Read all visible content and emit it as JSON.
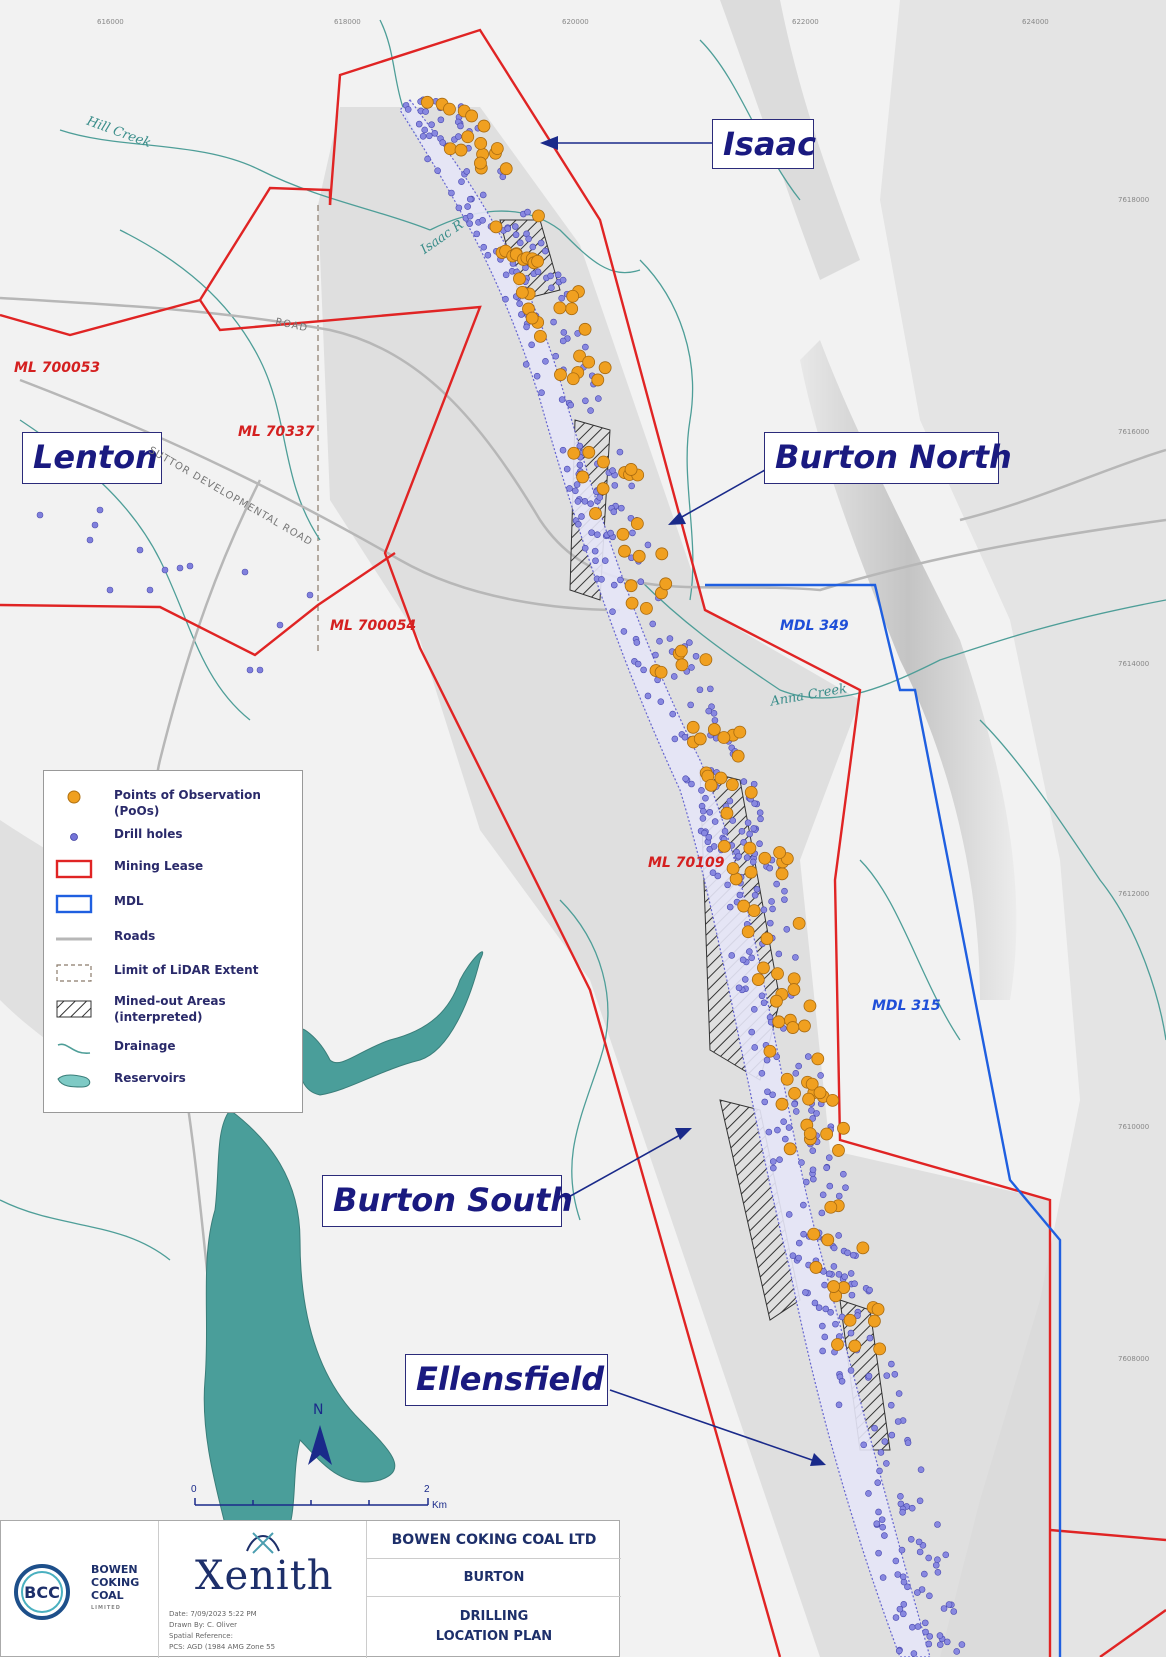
{
  "grid_labels": {
    "top": [
      "616000",
      "618000",
      "620000",
      "622000",
      "624000"
    ],
    "right": [
      "7618000",
      "7616000",
      "7614000",
      "7612000",
      "7610000",
      "7608000"
    ]
  },
  "callouts": {
    "isaac": "Isaac",
    "lenton": "Lenton",
    "burton_north": "Burton North",
    "burton_south": "Burton South",
    "ellensfield": "Ellensfield"
  },
  "lease_labels": {
    "ml700053": "ML 700053",
    "ml70337": "ML 70337",
    "ml700054": "ML 700054",
    "ml70109": "ML 70109"
  },
  "mdl_labels": {
    "mdl349": "MDL 349",
    "mdl315": "MDL 315"
  },
  "water_labels": {
    "hill_creek": "Hill Creek",
    "isaac_river": "Isaac R",
    "anna_creek": "Anna Creek"
  },
  "road_labels": {
    "road": "ROAD",
    "sutton": "SUTTOR DEVELOPMENTAL ROAD"
  },
  "legend": [
    {
      "icon": "poo-icon",
      "label": "Points of Observation (PoOs)"
    },
    {
      "icon": "drill-hole-icon",
      "label": "Drill holes"
    },
    {
      "icon": "mining-lease-icon",
      "label": "Mining Lease"
    },
    {
      "icon": "mdl-icon",
      "label": "MDL"
    },
    {
      "icon": "road-icon",
      "label": "Roads"
    },
    {
      "icon": "lidar-extent-icon",
      "label": "Limit of LiDAR Extent"
    },
    {
      "icon": "mined-out-icon",
      "label": "Mined-out Areas (interpreted)"
    },
    {
      "icon": "drainage-icon",
      "label": "Drainage"
    },
    {
      "icon": "reservoir-icon",
      "label": "Reservoirs"
    }
  ],
  "legend_labels": {
    "poo_1": "Points of Observation",
    "poo_2": "(PoOs)",
    "drill": "Drill holes",
    "ml": "Mining Lease",
    "mdl": "MDL",
    "roads": "Roads",
    "lidar": "Limit of LiDAR Extent",
    "mined_1": "Mined-out Areas",
    "mined_2": "(interpreted)",
    "drainage": "Drainage",
    "reservoirs": "Reservoirs"
  },
  "north_arrow": "N",
  "scale_bar": {
    "start": "0",
    "end": "2",
    "unit": "Km"
  },
  "title_block": {
    "company_logo_1": "BOWEN",
    "company_logo_2": "COKING",
    "company_logo_3": "COAL",
    "company_logo_4": "LIMITED",
    "consultant": "Xenith",
    "date": "Date: 7/09/2023 5:22 PM",
    "drawn_by": "Drawn By: C. Oliver",
    "spatial_ref": "Spatial Reference:",
    "projection": "PCS: AGD (1984 AMG Zone 55",
    "client": "BOWEN COKING COAL LTD",
    "project": "BURTON",
    "title_1": "DRILLING",
    "title_2": "LOCATION PLAN"
  },
  "colors": {
    "mining_lease": "#e02424",
    "mdl": "#1f5fe0",
    "poo": "#f0a020",
    "drill_hole": "#6a6ad8",
    "reservoir": "#4a9e9a",
    "drainage": "#4e9e98"
  }
}
